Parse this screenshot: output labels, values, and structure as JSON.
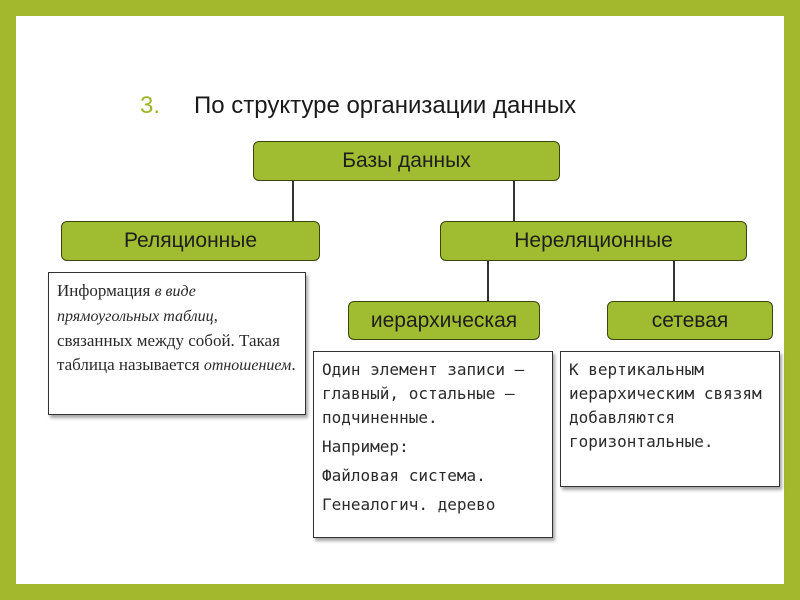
{
  "heading": {
    "number": "3.",
    "text": "По структуре организации данных"
  },
  "nodes": {
    "root": "Базы данных",
    "relational": "Реляционные",
    "nonrelational": "Нереляционные",
    "hierarchical": "иерархическая",
    "network": "сетевая"
  },
  "descriptions": {
    "relational": {
      "part1": "Информация ",
      "part2": "в виде прямоугольных таблиц",
      "part3": ", связанных между собой. Такая таблица называется ",
      "part4": "отношением",
      "part5": "."
    },
    "hierarchical": {
      "line1": "Один элемент записи – главный, остальные – подчиненные.",
      "line2": "Например:",
      "line3": "Файловая система.",
      "line4": "Генеалогич. дерево"
    },
    "network": {
      "text": "К вертикальным иерархическим связям добавляются горизонтальные."
    }
  },
  "colors": {
    "frame": "#a3b82c",
    "node_fill": "#a0bc30",
    "number_accent": "#9fb52a"
  }
}
